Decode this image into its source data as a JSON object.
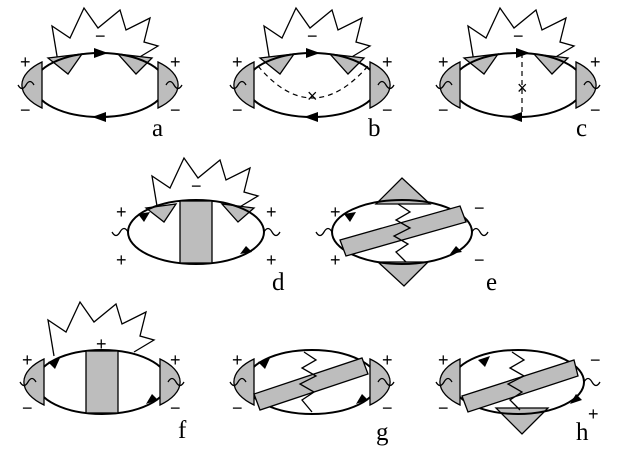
{
  "panels": [
    {
      "id": "a",
      "label": "a",
      "signs": [
        "−",
        "+",
        "−",
        "+",
        "−"
      ]
    },
    {
      "id": "b",
      "label": "b",
      "signs": [
        "−",
        "+",
        "−",
        "+",
        "−"
      ]
    },
    {
      "id": "c",
      "label": "c",
      "signs": [
        "−",
        "+",
        "−",
        "+",
        "−"
      ]
    },
    {
      "id": "d",
      "label": "d",
      "signs": [
        "−",
        "+",
        "+",
        "+",
        "+"
      ]
    },
    {
      "id": "e",
      "label": "e",
      "signs": [
        "+",
        "+",
        "−",
        "−"
      ]
    },
    {
      "id": "f",
      "label": "f",
      "signs": [
        "+",
        "+",
        "−",
        "+",
        "−"
      ]
    },
    {
      "id": "g",
      "label": "g",
      "signs": [
        "+",
        "−",
        "+",
        "−"
      ]
    },
    {
      "id": "h",
      "label": "h",
      "signs": [
        "+",
        "−",
        "−",
        "+"
      ]
    }
  ],
  "markers": {
    "cross": "×"
  }
}
